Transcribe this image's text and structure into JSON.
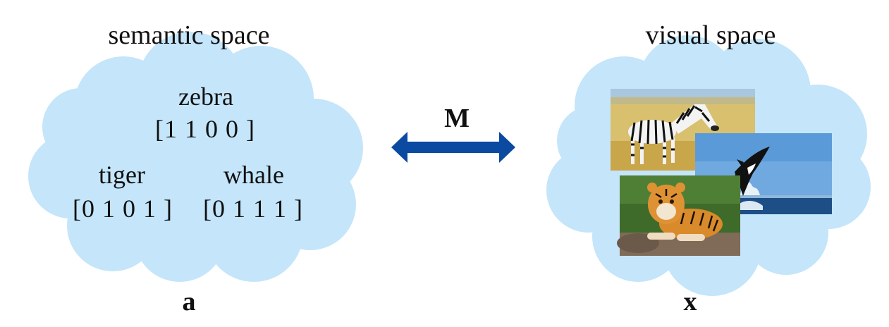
{
  "semantic": {
    "title": "semantic space",
    "variable": "a",
    "items": [
      {
        "name": "zebra",
        "vector": "[1 1 0 0 ]"
      },
      {
        "name": "tiger",
        "vector": "[0 1 0 1 ]"
      },
      {
        "name": "whale",
        "vector": "[0 1 1 1 ]"
      }
    ]
  },
  "visual": {
    "title": "visual space",
    "variable": "x",
    "images": [
      "zebra photo",
      "whale photo",
      "tiger photo"
    ]
  },
  "mapping": {
    "label": "M"
  },
  "colors": {
    "cloud": "#c4e5fa",
    "arrow": "#0a4aa0",
    "text": "#111111"
  },
  "icons": [
    "double-arrow-icon",
    "cloud-shape"
  ]
}
